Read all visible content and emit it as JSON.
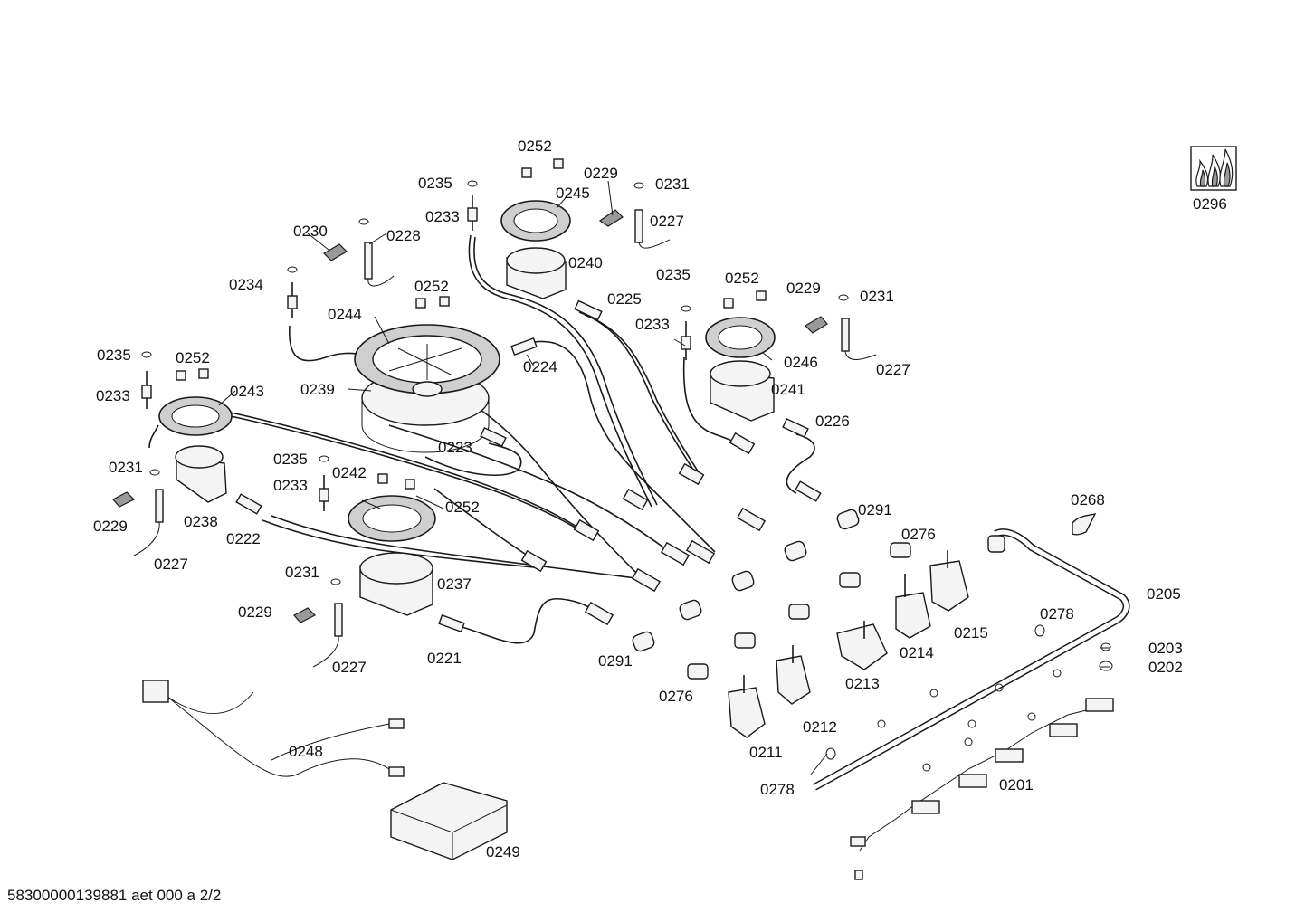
{
  "diagram": {
    "document_id": "58300000139881 aet 000 a 2/2",
    "legend_part": "0296",
    "labels": [
      {
        "id": "0252",
        "text": "0252"
      },
      {
        "id": "0235",
        "text": "0235"
      },
      {
        "id": "0229",
        "text": "0229"
      },
      {
        "id": "0231",
        "text": "0231"
      },
      {
        "id": "0245",
        "text": "0245"
      },
      {
        "id": "0233",
        "text": "0233"
      },
      {
        "id": "0227",
        "text": "0227"
      },
      {
        "id": "0230",
        "text": "0230"
      },
      {
        "id": "0228",
        "text": "0228"
      },
      {
        "id": "0240",
        "text": "0240"
      },
      {
        "id": "0234",
        "text": "0234"
      },
      {
        "id": "0252",
        "text": "0252"
      },
      {
        "id": "0235",
        "text": "0235"
      },
      {
        "id": "0252",
        "text": "0252"
      },
      {
        "id": "0229",
        "text": "0229"
      },
      {
        "id": "0231",
        "text": "0231"
      },
      {
        "id": "0225",
        "text": "0225"
      },
      {
        "id": "0244",
        "text": "0244"
      },
      {
        "id": "0233",
        "text": "0233"
      },
      {
        "id": "0235",
        "text": "0235"
      },
      {
        "id": "0252",
        "text": "0252"
      },
      {
        "id": "0224",
        "text": "0224"
      },
      {
        "id": "0246",
        "text": "0246"
      },
      {
        "id": "0227",
        "text": "0227"
      },
      {
        "id": "0233",
        "text": "0233"
      },
      {
        "id": "0243",
        "text": "0243"
      },
      {
        "id": "0239",
        "text": "0239"
      },
      {
        "id": "0241",
        "text": "0241"
      },
      {
        "id": "0226",
        "text": "0226"
      },
      {
        "id": "0223",
        "text": "0223"
      },
      {
        "id": "0235",
        "text": "0235"
      },
      {
        "id": "0231",
        "text": "0231"
      },
      {
        "id": "0242",
        "text": "0242"
      },
      {
        "id": "0233",
        "text": "0233"
      },
      {
        "id": "0238",
        "text": "0238"
      },
      {
        "id": "0252",
        "text": "0252"
      },
      {
        "id": "0268",
        "text": "0268"
      },
      {
        "id": "0229",
        "text": "0229"
      },
      {
        "id": "0222",
        "text": "0222"
      },
      {
        "id": "0291",
        "text": "0291"
      },
      {
        "id": "0227",
        "text": "0227"
      },
      {
        "id": "0276",
        "text": "0276"
      },
      {
        "id": "0231",
        "text": "0231"
      },
      {
        "id": "0237",
        "text": "0237"
      },
      {
        "id": "0205",
        "text": "0205"
      },
      {
        "id": "0229",
        "text": "0229"
      },
      {
        "id": "0215",
        "text": "0215"
      },
      {
        "id": "0278",
        "text": "0278"
      },
      {
        "id": "0221",
        "text": "0221"
      },
      {
        "id": "0214",
        "text": "0214"
      },
      {
        "id": "0203",
        "text": "0203"
      },
      {
        "id": "0291",
        "text": "0291"
      },
      {
        "id": "0227",
        "text": "0227"
      },
      {
        "id": "0213",
        "text": "0213"
      },
      {
        "id": "0202",
        "text": "0202"
      },
      {
        "id": "0276",
        "text": "0276"
      },
      {
        "id": "0212",
        "text": "0212"
      },
      {
        "id": "0248",
        "text": "0248"
      },
      {
        "id": "0211",
        "text": "0211"
      },
      {
        "id": "0201",
        "text": "0201"
      },
      {
        "id": "0278",
        "text": "0278"
      },
      {
        "id": "0249",
        "text": "0249"
      }
    ]
  }
}
